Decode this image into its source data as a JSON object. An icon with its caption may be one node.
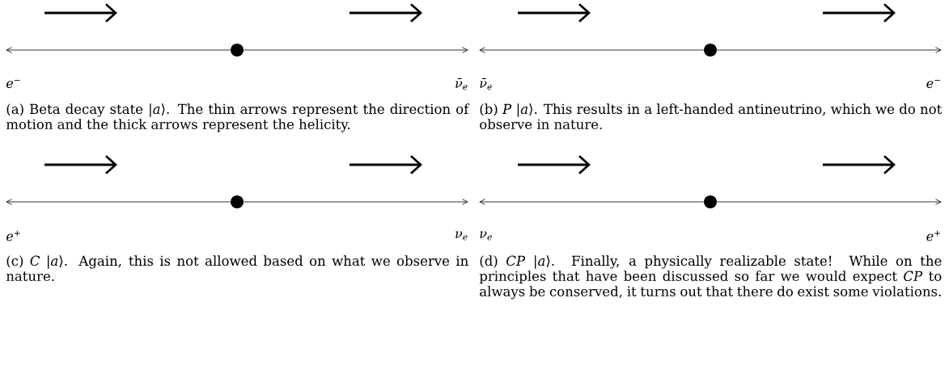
{
  "diagram": {
    "nodes": [
      {
        "text": [],
        "shape": "circle"
      },
      {
        "text": [],
        "shape": "circle"
      },
      {
        "text": [],
        "shape": "circle"
      },
      {
        "text": [],
        "shape": "circle"
      }
    ],
    "edges": [
      {
        "from": 0,
        "to": null,
        "arrow": "to"
      },
      {
        "from": 0,
        "to": null,
        "arrow": "to"
      },
      {
        "from": 1,
        "to": null,
        "arrow": "to"
      },
      {
        "from": 1,
        "to": null,
        "arrow": "to"
      },
      {
        "from": 2,
        "to": null,
        "arrow": "to"
      },
      {
        "from": 2,
        "to": null,
        "arrow": "to"
      },
      {
        "from": 3,
        "to": null,
        "arrow": "to"
      },
      {
        "from": 3,
        "to": null,
        "arrow": "to"
      }
    ],
    "labels": [
      "e$^{−}$",
      "ν̄$_{e}$",
      "ν̄$_{e}$",
      "e$^{−}$",
      "(a) Beta decay state |*a*⟩. The thin arrows represent the direction of motion and the thick arrows represent the helicity.",
      "(b) *P* |*a*⟩. This results in a left-handed antineutrino, which we do not observe in nature.",
      "e$^{+}$",
      "ν$_{e}$",
      "ν$_{e}$",
      "e$^{+}$",
      "(c) *C* |*a*⟩. Again, this is not allowed based on what we observe in nature.",
      "(d) *CP* |*a*⟩. Finally, a physically realizable state! While on the principles that have been discussed so far we would expect *CP* to always be conserved, it turns out that there do exist some violations."
    ]
  }
}
